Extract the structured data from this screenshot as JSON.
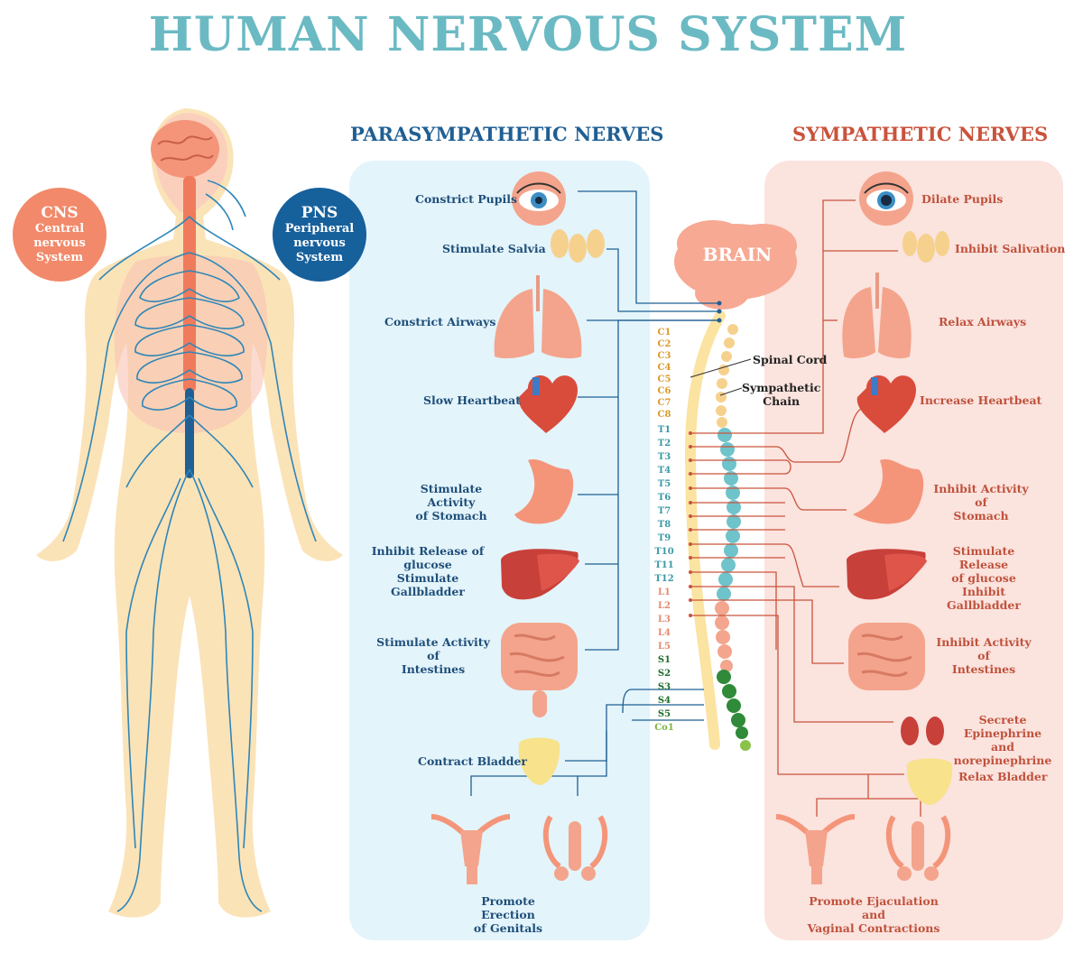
{
  "title": "HUMAN NERVOUS SYSTEM",
  "colors": {
    "title": "#6bbac3",
    "parasympathetic": "#1f5f93",
    "sympathetic": "#c9533c",
    "para_panel": "#e3f4fb",
    "sym_panel": "#fbe3de",
    "nerve_blue": "#2f86b8",
    "cns_circle": "#f2896a",
    "pns_circle": "#16609c",
    "spine_yellow": "#fbe3a1",
    "sym_chain_blue": "#6fc3cb",
    "sym_chain_salmon": "#f3a58e",
    "sym_chain_green": "#2f8a3a"
  },
  "cns": {
    "abbr": "CNS",
    "text": "Central\nnervous\nSystem"
  },
  "pns": {
    "abbr": "PNS",
    "text": "Peripheral\nnervous\nSystem"
  },
  "parasympathetic": {
    "title": "PARASYMPATHETIC NERVES",
    "labels": [
      "Constrict Pupils",
      "Stimulate Salvia",
      "Constrict Airways",
      "Slow Heartbeat",
      "Stimulate Activity\nof Stomach",
      "Inhibit Release of\nglucose\nStimulate Gallbladder",
      "Stimulate Activity of\nIntestines",
      "Contract Bladder",
      "Promote Erection\nof Genitals"
    ]
  },
  "sympathetic": {
    "title": "SYMPATHETIC NERVES",
    "labels": [
      "Dilate Pupils",
      "Inhibit Salivation",
      "Relax Airways",
      "Increase Heartbeat",
      "Inhibit Activity of\nStomach",
      "Stimulate Release\nof glucose\nInhibit Gallbladder",
      "Inhibit Activity of\nIntestines",
      "Secrete\nEpinephrine and\nnorepinephrine",
      "Relax Bladder",
      "Promote Ejaculation and\nVaginal Contractions"
    ]
  },
  "center": {
    "brain": "BRAIN",
    "spinal_cord": "Spinal Cord",
    "sympathetic_chain": "Sympathetic\nChain"
  },
  "segments": {
    "cervical": [
      "C1",
      "C2",
      "C3",
      "C4",
      "C5",
      "C6",
      "C7",
      "C8"
    ],
    "thoracic": [
      "T1",
      "T2",
      "T3",
      "T4",
      "T5",
      "T6",
      "T7",
      "T8",
      "T9",
      "T10",
      "T11",
      "T12"
    ],
    "lumbar": [
      "L1",
      "L2",
      "L3",
      "L4",
      "L5"
    ],
    "sacral": [
      "S1",
      "S2",
      "S3",
      "S4",
      "S5"
    ],
    "coccygeal": [
      "Co1"
    ]
  }
}
